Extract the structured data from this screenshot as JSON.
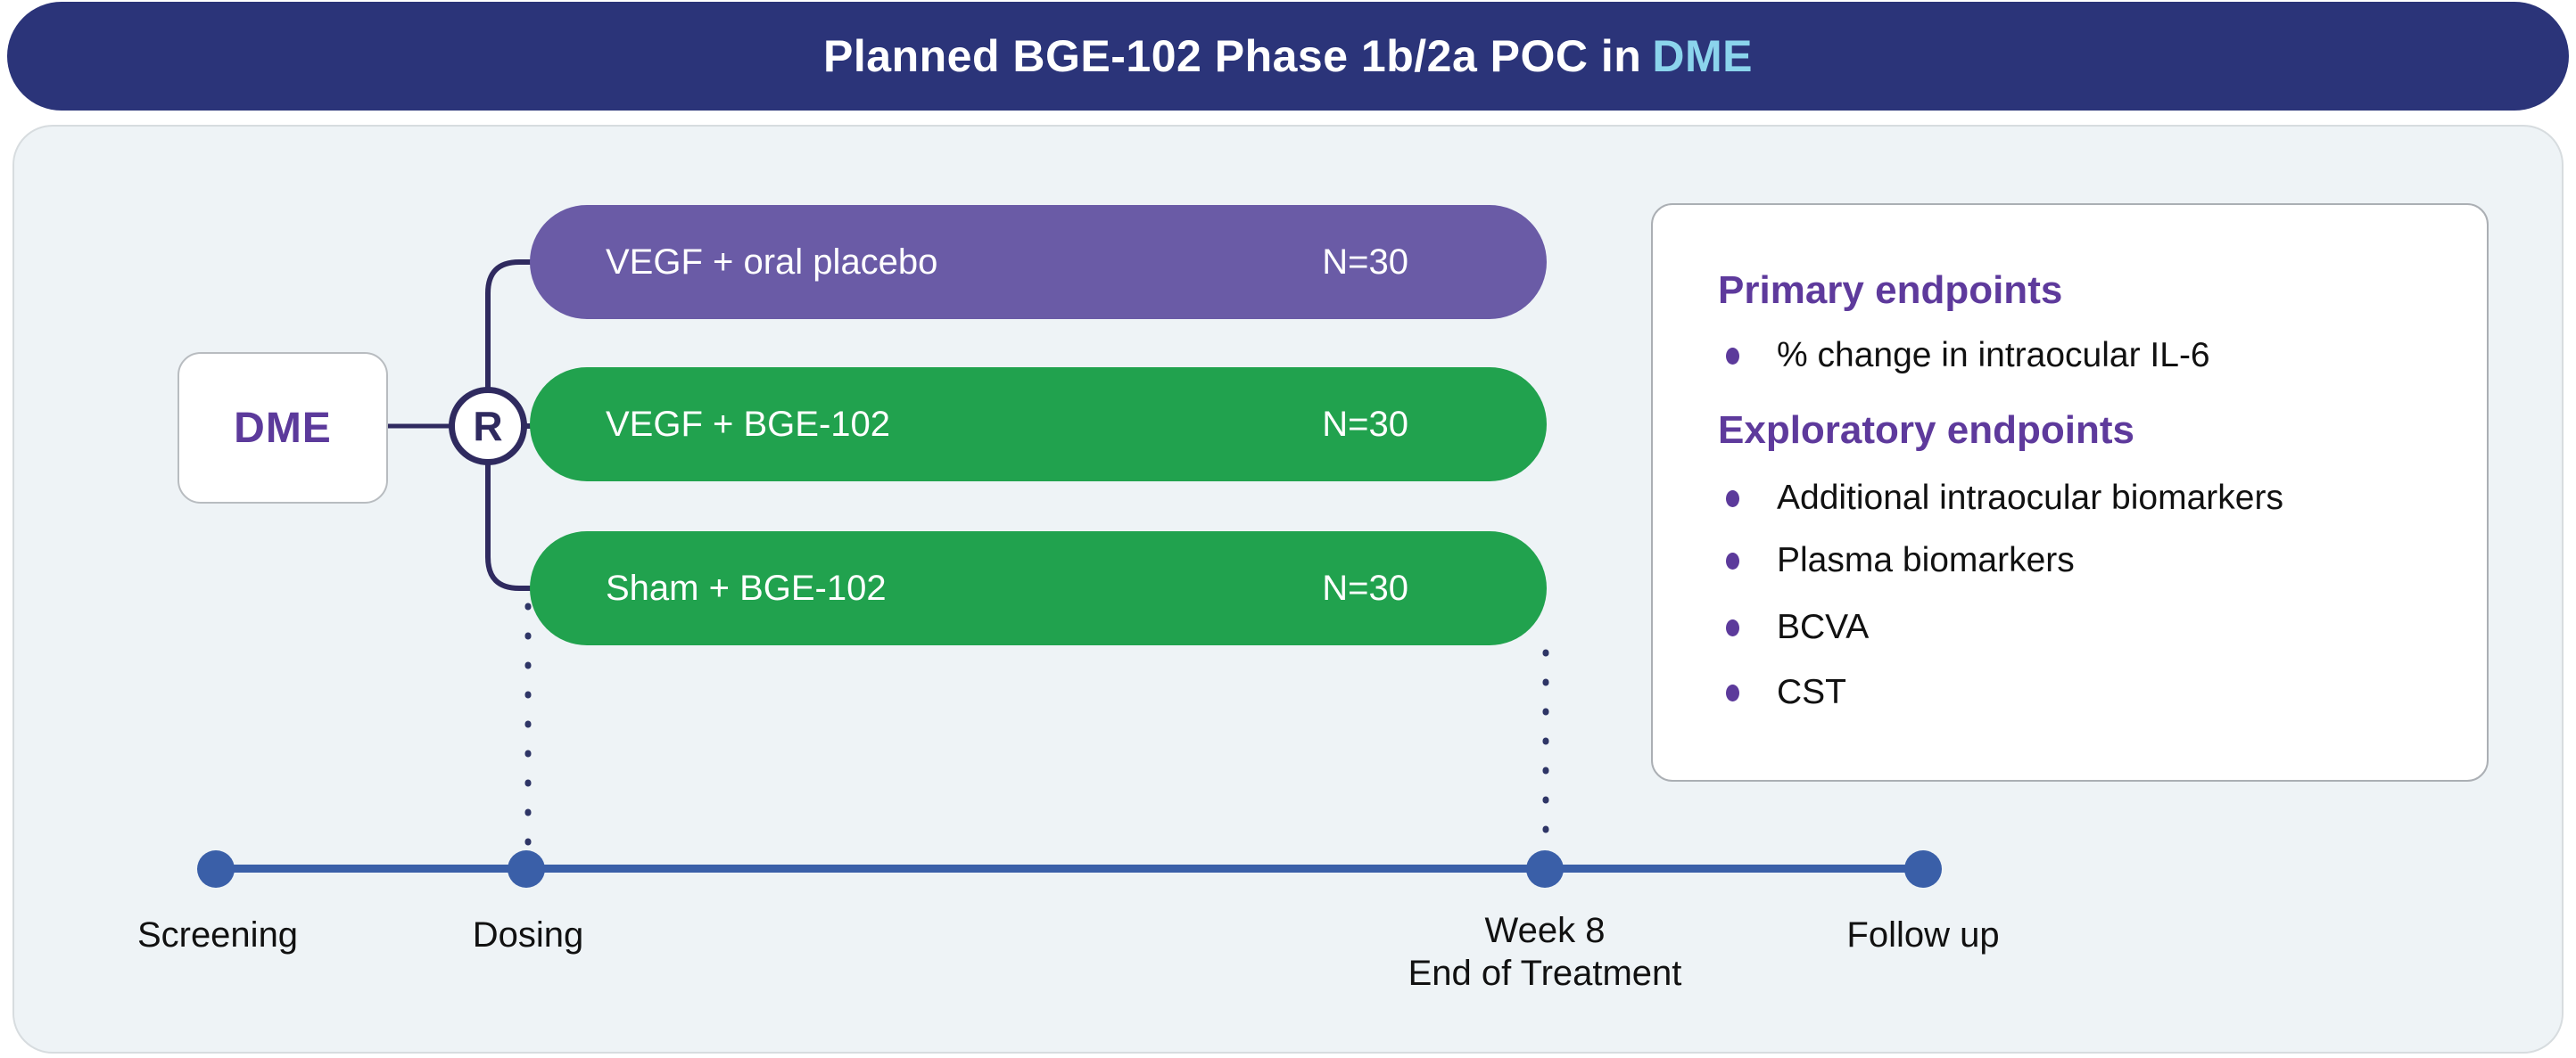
{
  "title": {
    "prefix": "Planned BGE-102 Phase 1b/2a POC in",
    "highlight": "DME"
  },
  "source_node": {
    "label": "DME"
  },
  "randomization": {
    "label": "R"
  },
  "arms": [
    {
      "label": "VEGF + oral placebo",
      "n": "N=30",
      "color": "#6a5ba6"
    },
    {
      "label": "VEGF + BGE-102",
      "n": "N=30",
      "color": "#21a24e"
    },
    {
      "label": "Sham + BGE-102",
      "n": "N=30",
      "color": "#21a24e"
    }
  ],
  "endpoints": {
    "sections": [
      {
        "heading": "Primary endpoints",
        "items": [
          "% change in intraocular IL-6"
        ]
      },
      {
        "heading": "Exploratory endpoints",
        "items": [
          "Additional intraocular biomarkers",
          "Plasma biomarkers",
          "BCVA",
          "CST"
        ]
      }
    ]
  },
  "timeline": {
    "milestones": [
      {
        "label": "Screening",
        "sublabel": ""
      },
      {
        "label": "Dosing",
        "sublabel": ""
      },
      {
        "label": "Week 8",
        "sublabel": "End of Treatment"
      },
      {
        "label": "Follow up",
        "sublabel": ""
      }
    ]
  },
  "colors": {
    "banner_bg": "#2b3479",
    "title_highlight": "#8bd4ec",
    "panel_bg": "#eef3f6",
    "arm_purple": "#6a5ba6",
    "arm_green": "#21a24e",
    "accent_purple": "#5e3a9c",
    "connector_navy": "#2f2a5f",
    "timeline_blue": "#3a5fa8"
  }
}
